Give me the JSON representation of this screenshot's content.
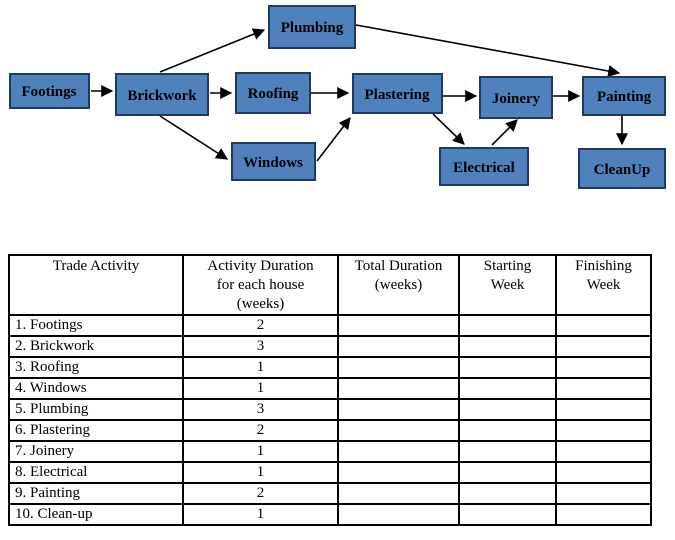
{
  "diagram": {
    "title_hint": "trade activity precedence network",
    "colors": {
      "node_fill": "#4f81bd",
      "node_border": "#1f3864",
      "arrow": "#000000"
    },
    "nodes": {
      "footings": {
        "label": "Footings"
      },
      "brickwork": {
        "label": "Brickwork"
      },
      "roofing": {
        "label": "Roofing"
      },
      "plumbing": {
        "label": "Plumbing"
      },
      "windows": {
        "label": "Windows"
      },
      "plastering": {
        "label": "Plastering"
      },
      "joinery": {
        "label": "Joinery"
      },
      "painting": {
        "label": "Painting"
      },
      "electrical": {
        "label": "Electrical"
      },
      "cleanup": {
        "label": "CleanUp"
      }
    },
    "edges": [
      "Footings->Brickwork",
      "Brickwork->Plumbing",
      "Brickwork->Roofing",
      "Brickwork->Windows",
      "Roofing->Plastering",
      "Windows->Plastering",
      "Plumbing->Painting",
      "Plastering->Joinery",
      "Plastering->Electrical",
      "Electrical->Joinery",
      "Joinery->Painting",
      "Painting->CleanUp"
    ]
  },
  "table": {
    "headers": [
      "Trade Activity",
      "Activity Duration\nfor each house\n(weeks)",
      "Total Duration\n(weeks)",
      "Starting\nWeek",
      "Finishing\nWeek"
    ],
    "rows": [
      [
        "1. Footings",
        "2",
        "",
        "",
        ""
      ],
      [
        "2. Brickwork",
        "3",
        "",
        "",
        ""
      ],
      [
        "3. Roofing",
        "1",
        "",
        "",
        ""
      ],
      [
        "4. Windows",
        "1",
        "",
        "",
        ""
      ],
      [
        "5. Plumbing",
        "3",
        "",
        "",
        ""
      ],
      [
        "6. Plastering",
        "2",
        "",
        "",
        ""
      ],
      [
        "7. Joinery",
        "1",
        "",
        "",
        ""
      ],
      [
        "8. Electrical",
        "1",
        "",
        "",
        ""
      ],
      [
        "9. Painting",
        "2",
        "",
        "",
        ""
      ],
      [
        "10. Clean-up",
        "1",
        "",
        "",
        ""
      ]
    ]
  }
}
